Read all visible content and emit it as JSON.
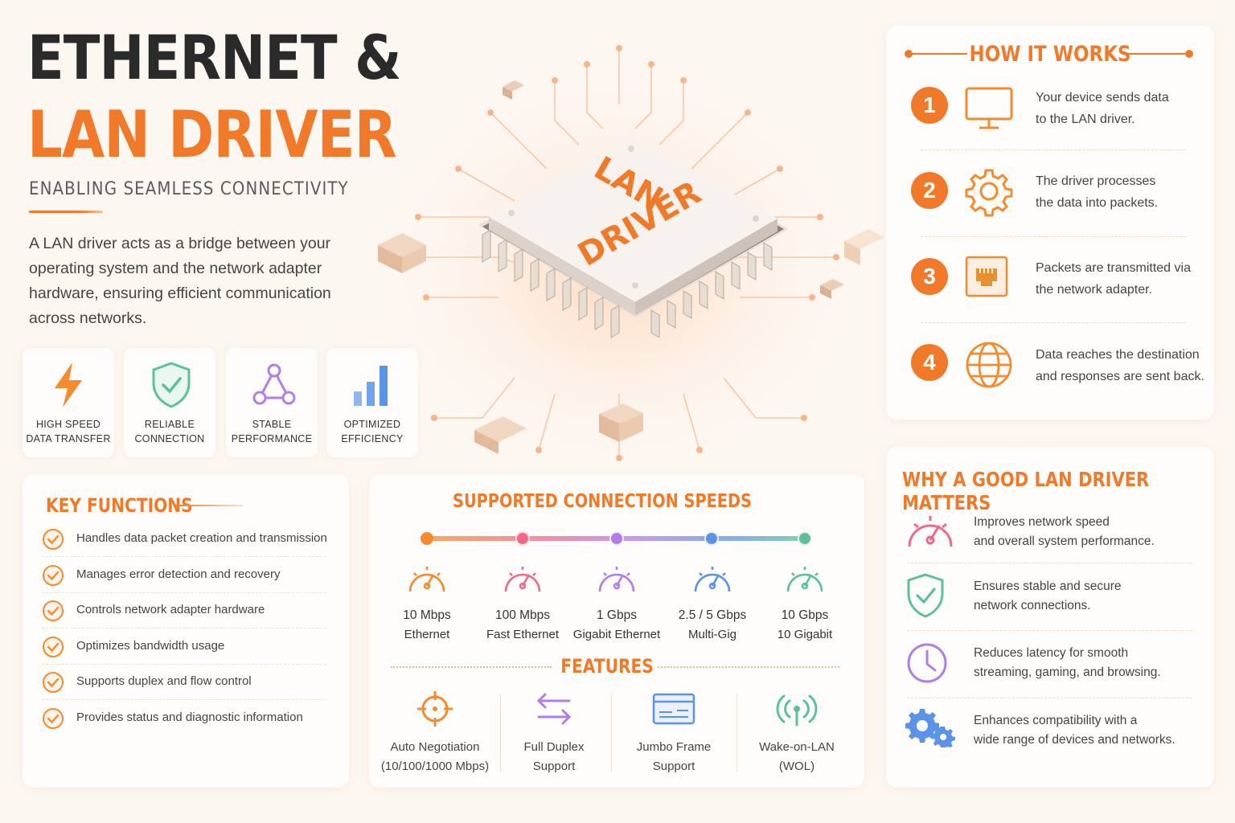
{
  "header": {
    "title_line1": "ETHERNET &",
    "title_line2": "LAN DRIVER",
    "subtitle": "ENABLING SEAMLESS CONNECTIVITY",
    "intro": "A LAN driver acts as a bridge between your operating system and the network adapter hardware, ensuring efficient communication across networks."
  },
  "tiles": [
    {
      "label_l1": "HIGH SPEED",
      "label_l2": "DATA TRANSFER",
      "icon": "lightning-icon",
      "color": "#f58a2e"
    },
    {
      "label_l1": "RELIABLE",
      "label_l2": "CONNECTION",
      "icon": "shield-check-icon",
      "color": "#5cc19a"
    },
    {
      "label_l1": "STABLE",
      "label_l2": "PERFORMANCE",
      "icon": "network-triangle-icon",
      "color": "#b07ee6"
    },
    {
      "label_l1": "OPTIMIZED",
      "label_l2": "EFFICIENCY",
      "icon": "bar-chart-icon",
      "color": "#5b93e6"
    }
  ],
  "chip": {
    "label_l1": "LAN",
    "label_l2": "DRIVER"
  },
  "how_it_works": {
    "title": "HOW IT WORKS",
    "steps": [
      {
        "num": "1",
        "icon": "monitor-icon",
        "l1": "Your device sends data",
        "l2": "to the LAN driver."
      },
      {
        "num": "2",
        "icon": "gear-icon",
        "l1": "The driver processes",
        "l2": "the data into packets."
      },
      {
        "num": "3",
        "icon": "ethernet-port-icon",
        "l1": "Packets are transmitted via",
        "l2": "the network adapter."
      },
      {
        "num": "4",
        "icon": "globe-icon",
        "l1": "Data reaches the destination",
        "l2": "and responses are sent back."
      }
    ]
  },
  "key_functions": {
    "title": "KEY FUNCTIONS",
    "items": [
      "Handles data packet creation and transmission",
      "Manages error detection and recovery",
      "Controls network adapter hardware",
      "Optimizes bandwidth usage",
      "Supports duplex and flow control",
      "Provides status and diagnostic information"
    ]
  },
  "speeds": {
    "title": "SUPPORTED CONNECTION SPEEDS",
    "items": [
      {
        "value": "10 Mbps",
        "name": "Ethernet",
        "color": "#f58a2e"
      },
      {
        "value": "100 Mbps",
        "name": "Fast Ethernet",
        "color": "#ef6a8a"
      },
      {
        "value": "1 Gbps",
        "name": "Gigabit Ethernet",
        "color": "#b07ee6"
      },
      {
        "value": "2.5 / 5 Gbps",
        "name": "Multi-Gig",
        "color": "#5b93e6"
      },
      {
        "value": "10 Gbps",
        "name": "10 Gigabit",
        "color": "#5cc19a"
      }
    ]
  },
  "features": {
    "title": "FEATURES",
    "items": [
      {
        "l1": "Auto Negotiation",
        "l2": "(10/100/1000 Mbps)",
        "icon": "crosshair-icon",
        "color": "#f58a2e"
      },
      {
        "l1": "Full Duplex",
        "l2": "Support",
        "icon": "two-way-arrows-icon",
        "color": "#b07ee6"
      },
      {
        "l1": "Jumbo Frame",
        "l2": "Support",
        "icon": "frame-card-icon",
        "color": "#5b93e6"
      },
      {
        "l1": "Wake-on-LAN",
        "l2": "(WOL)",
        "icon": "wireless-signal-icon",
        "color": "#5cc19a"
      }
    ]
  },
  "why": {
    "title": "WHY A GOOD LAN DRIVER MATTERS",
    "items": [
      {
        "l1": "Improves network speed",
        "l2": "and overall system performance.",
        "icon": "speedometer-icon",
        "color": "#ef6a8a"
      },
      {
        "l1": "Ensures stable and secure",
        "l2": "network connections.",
        "icon": "shield-check-icon",
        "color": "#5cc19a"
      },
      {
        "l1": "Reduces latency for smooth",
        "l2": "streaming, gaming, and browsing.",
        "icon": "clock-icon",
        "color": "#b07ee6"
      },
      {
        "l1": "Enhances compatibility with a",
        "l2": "wide range of devices and networks.",
        "icon": "gears-icon",
        "color": "#5b93e6"
      }
    ]
  },
  "colors": {
    "accent": "#f07a2a",
    "dark": "#2a2a2a"
  }
}
